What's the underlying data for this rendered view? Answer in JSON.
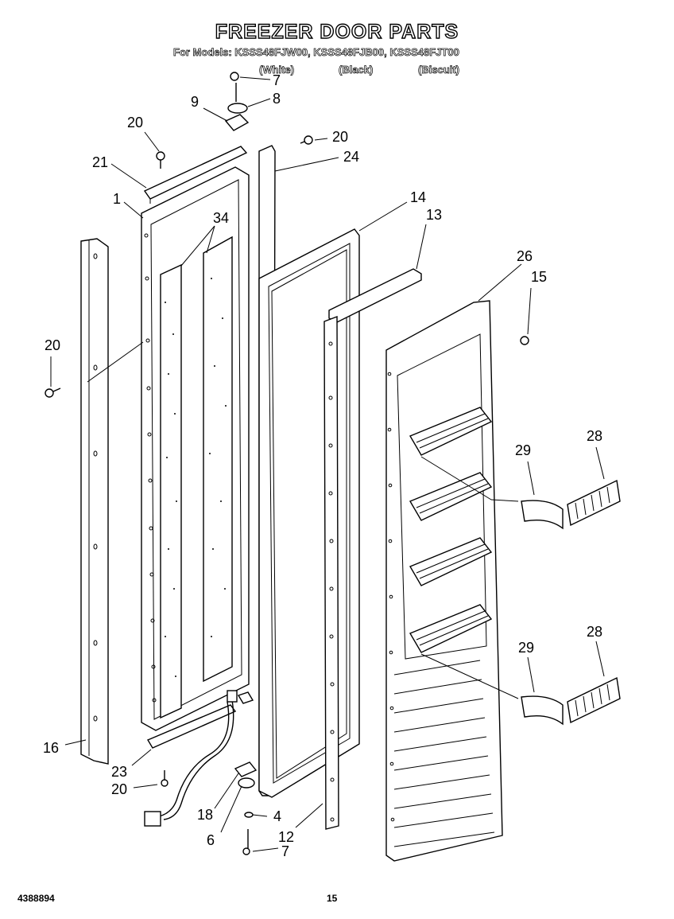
{
  "header": {
    "title": "FREEZER DOOR PARTS",
    "models": "For Models: KSSS48FJW00, KSSS48FJB00, KSSS48FJT00",
    "colors": [
      "(White)",
      "(Black)",
      "(Biscuit)"
    ]
  },
  "footer": {
    "doc_number": "4388894",
    "page_number": "15"
  },
  "callouts": {
    "c7a": "7",
    "c8": "8",
    "c9": "9",
    "c20a": "20",
    "c20b": "20",
    "c21": "21",
    "c24": "24",
    "c1": "1",
    "c34": "34",
    "c14": "14",
    "c13": "13",
    "c26": "26",
    "c15": "15",
    "c20c": "20",
    "c29a": "29",
    "c28a": "28",
    "c29b": "29",
    "c28b": "28",
    "c16": "16",
    "c23": "23",
    "c20d": "20",
    "c18": "18",
    "c4": "4",
    "c6": "6",
    "c12": "12",
    "c7b": "7"
  }
}
